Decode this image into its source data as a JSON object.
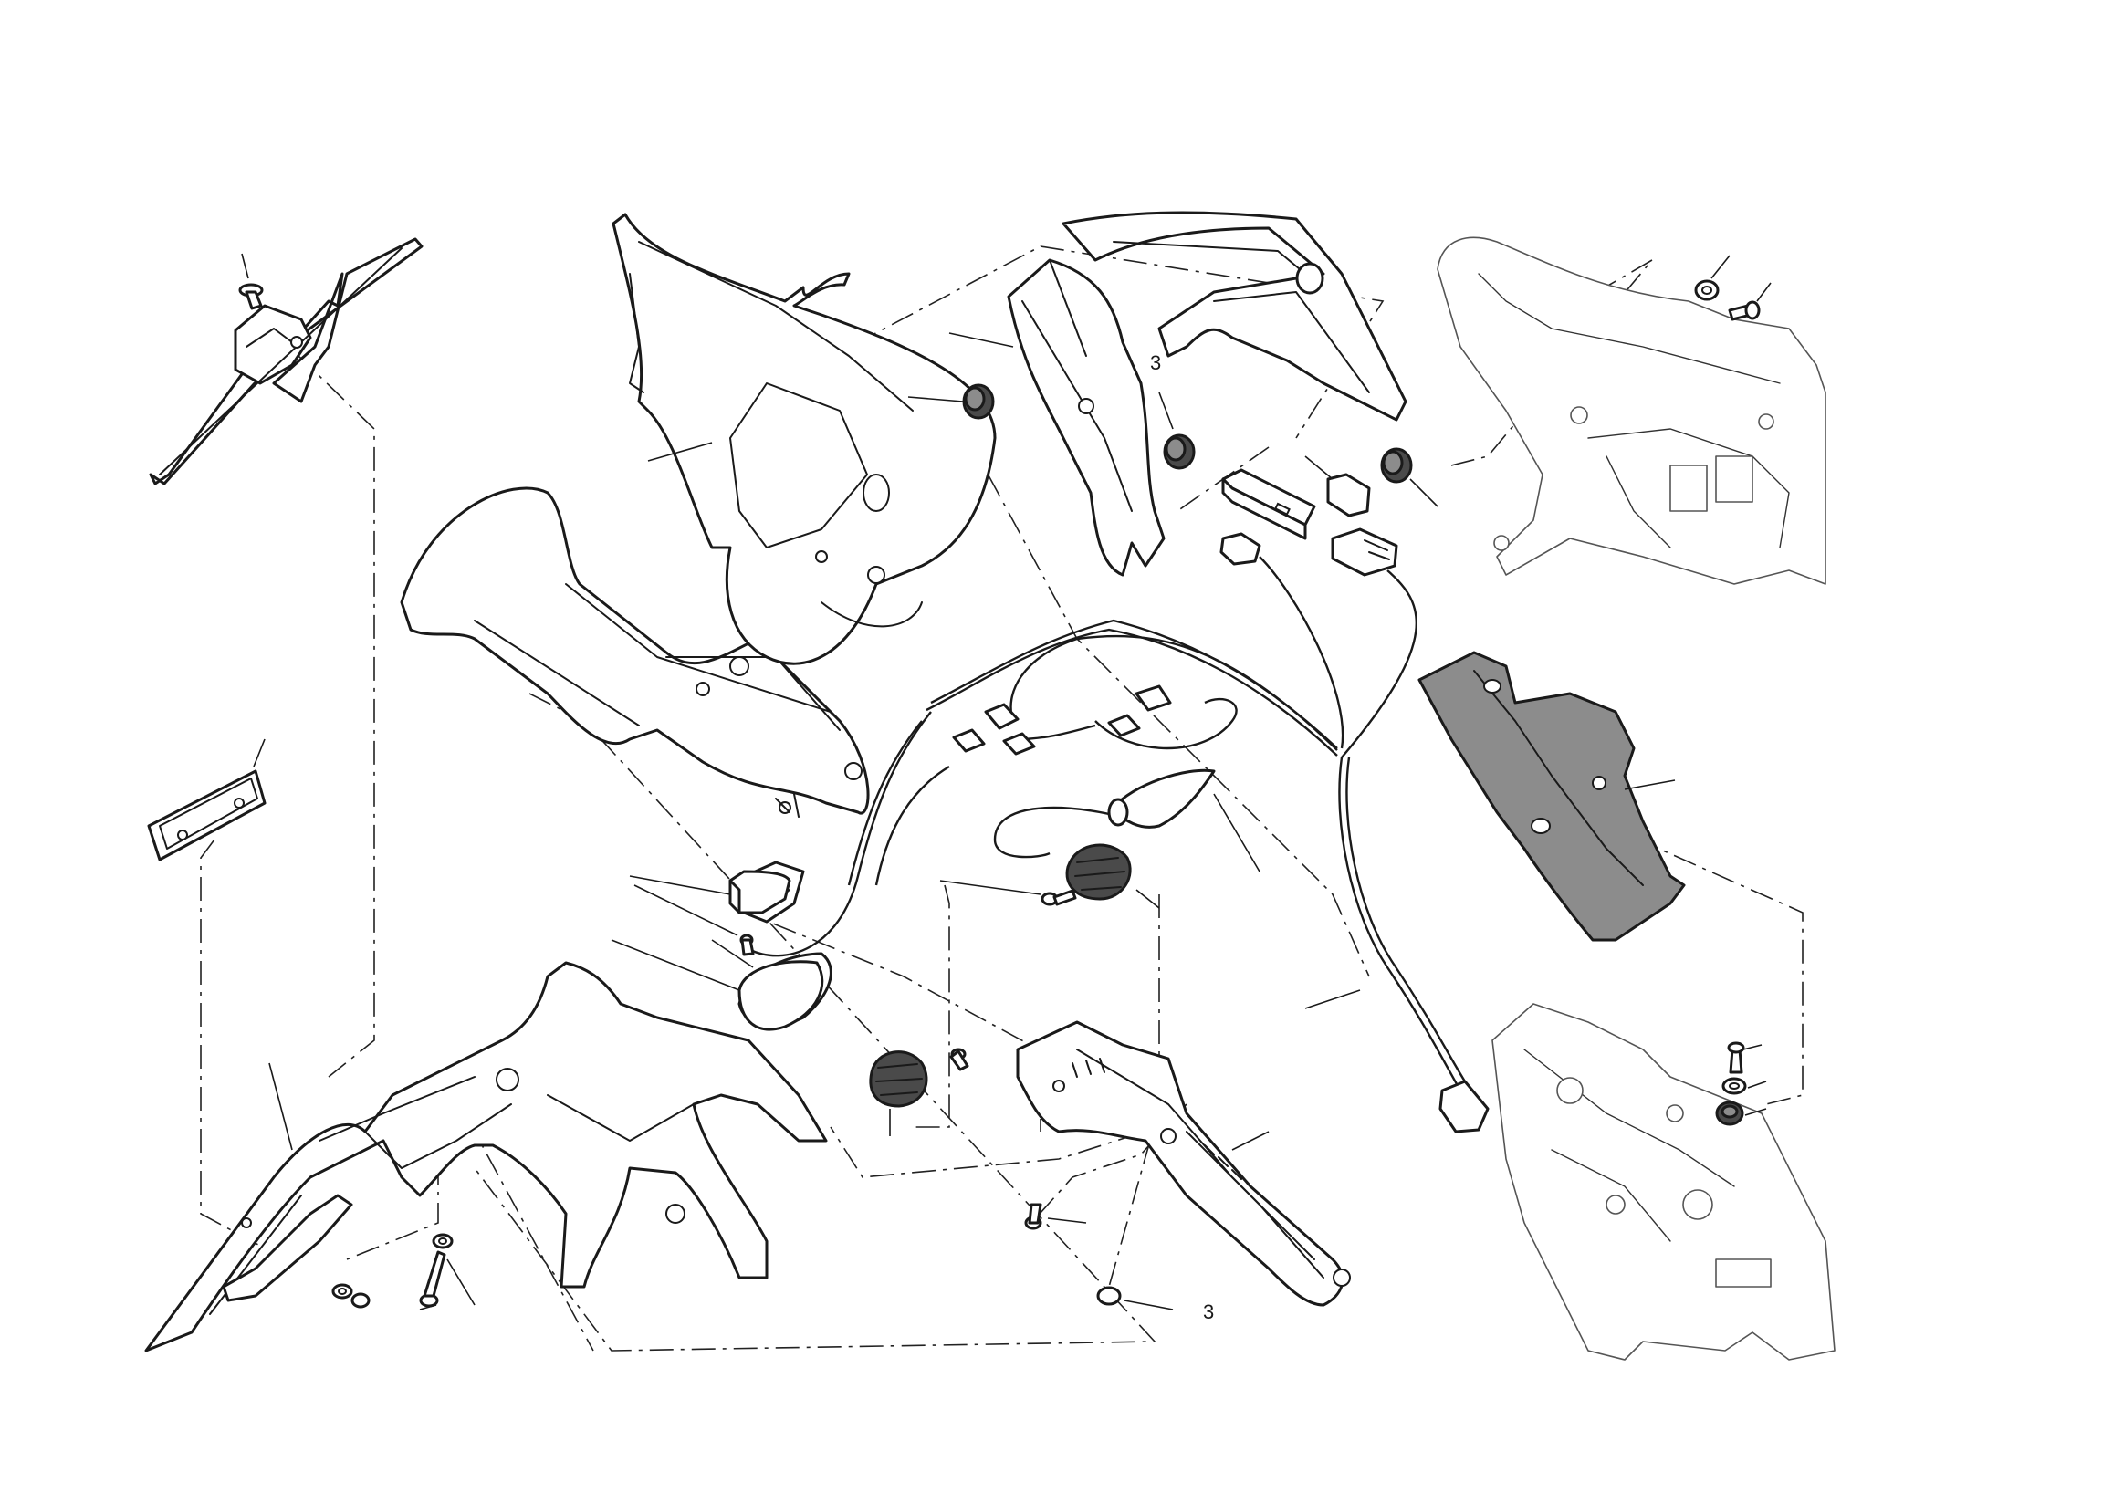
{
  "diagram": {
    "callouts": [
      {
        "id": "callout-rear-bottom",
        "text": "3"
      },
      {
        "id": "callout-tail-top",
        "text": "3"
      }
    ]
  }
}
